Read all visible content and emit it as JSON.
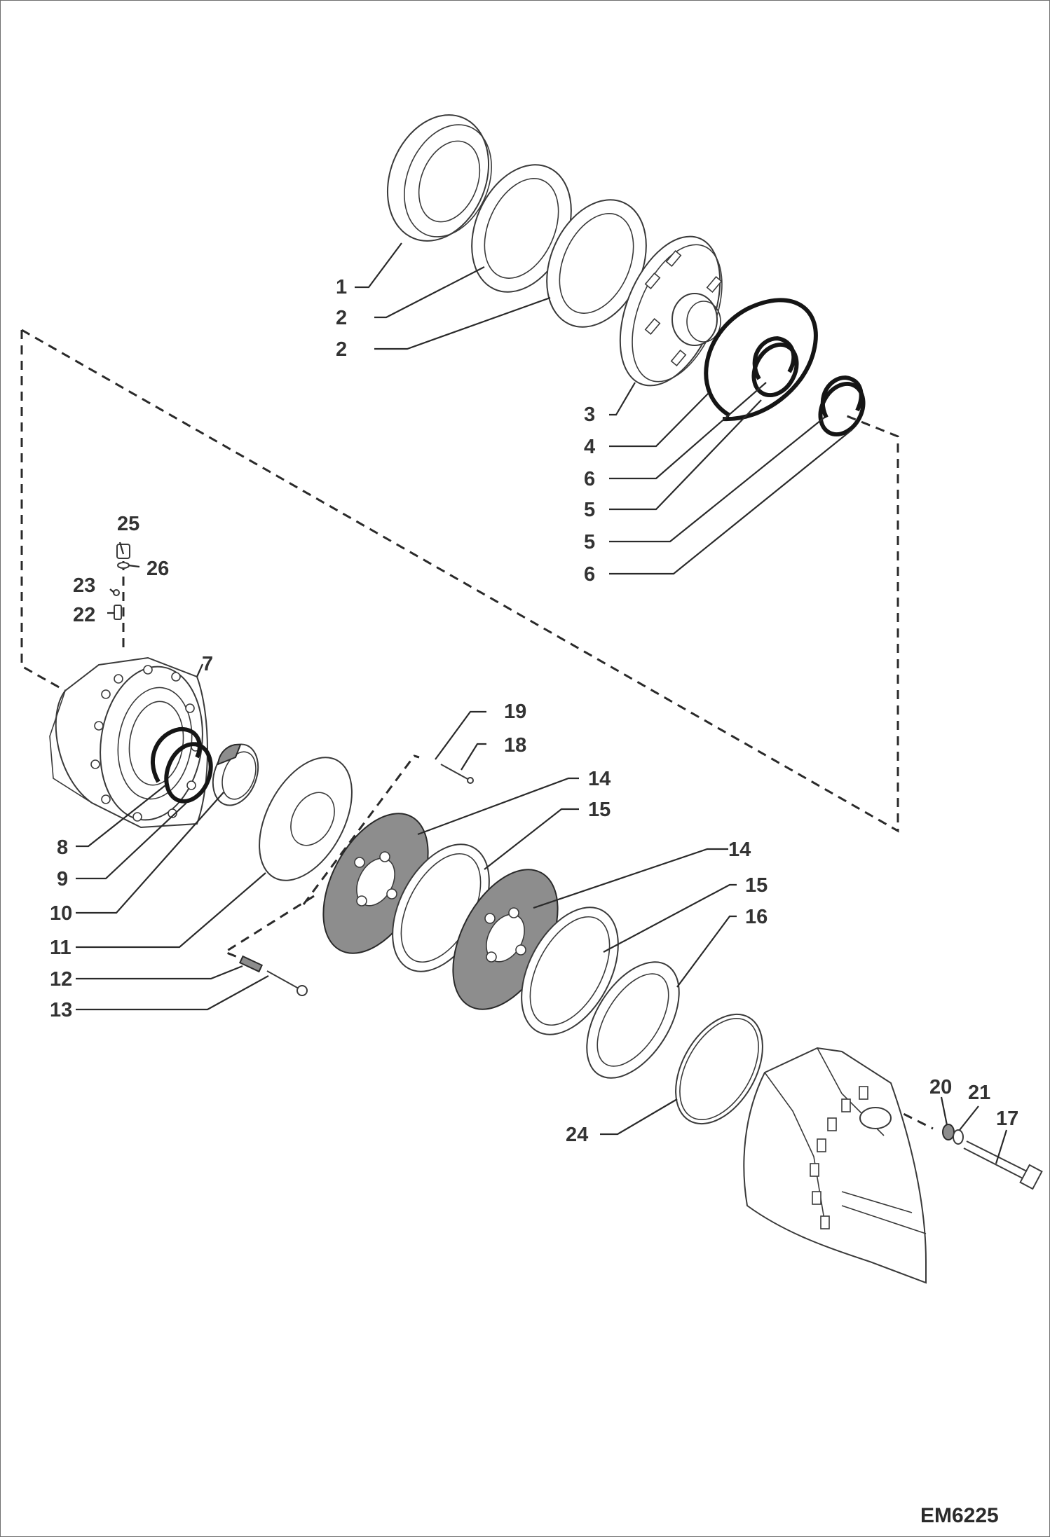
{
  "drawing_code": "EM6225",
  "callouts": [
    {
      "id": "c1",
      "label": "1"
    },
    {
      "id": "c2a",
      "label": "2"
    },
    {
      "id": "c2b",
      "label": "2"
    },
    {
      "id": "c3",
      "label": "3"
    },
    {
      "id": "c4",
      "label": "4"
    },
    {
      "id": "c6a",
      "label": "6"
    },
    {
      "id": "c5a",
      "label": "5"
    },
    {
      "id": "c5b",
      "label": "5"
    },
    {
      "id": "c6b",
      "label": "6"
    },
    {
      "id": "c25",
      "label": "25"
    },
    {
      "id": "c26",
      "label": "26"
    },
    {
      "id": "c23",
      "label": "23"
    },
    {
      "id": "c22",
      "label": "22"
    },
    {
      "id": "c7",
      "label": "7"
    },
    {
      "id": "c19",
      "label": "19"
    },
    {
      "id": "c18",
      "label": "18"
    },
    {
      "id": "c14a",
      "label": "14"
    },
    {
      "id": "c15a",
      "label": "15"
    },
    {
      "id": "c8",
      "label": "8"
    },
    {
      "id": "c14b",
      "label": "14"
    },
    {
      "id": "c9",
      "label": "9"
    },
    {
      "id": "c15b",
      "label": "15"
    },
    {
      "id": "c16",
      "label": "16"
    },
    {
      "id": "c10",
      "label": "10"
    },
    {
      "id": "c11",
      "label": "11"
    },
    {
      "id": "c12",
      "label": "12"
    },
    {
      "id": "c13",
      "label": "13"
    },
    {
      "id": "c20",
      "label": "20"
    },
    {
      "id": "c21",
      "label": "21"
    },
    {
      "id": "c17",
      "label": "17"
    },
    {
      "id": "c24",
      "label": "24"
    }
  ]
}
